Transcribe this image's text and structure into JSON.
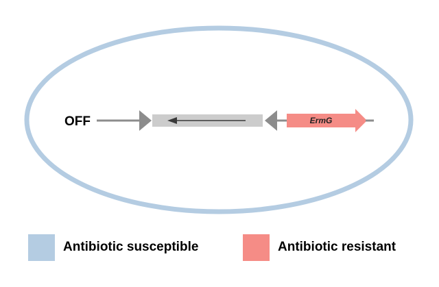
{
  "diagram": {
    "state_label": "OFF",
    "gene_label": "ErmG"
  },
  "legend": {
    "items": [
      {
        "label": "Antibiotic susceptible",
        "color": "#b4cce2"
      },
      {
        "label": "Antibiotic resistant",
        "color": "#f58c86"
      }
    ]
  },
  "colors": {
    "cell_outline": "#b4cce2",
    "promoter_gray": "#8c8c8c",
    "invertible_segment": "#cccccc",
    "inner_arrow": "#3a3a3a",
    "gene": "#f58c86"
  }
}
